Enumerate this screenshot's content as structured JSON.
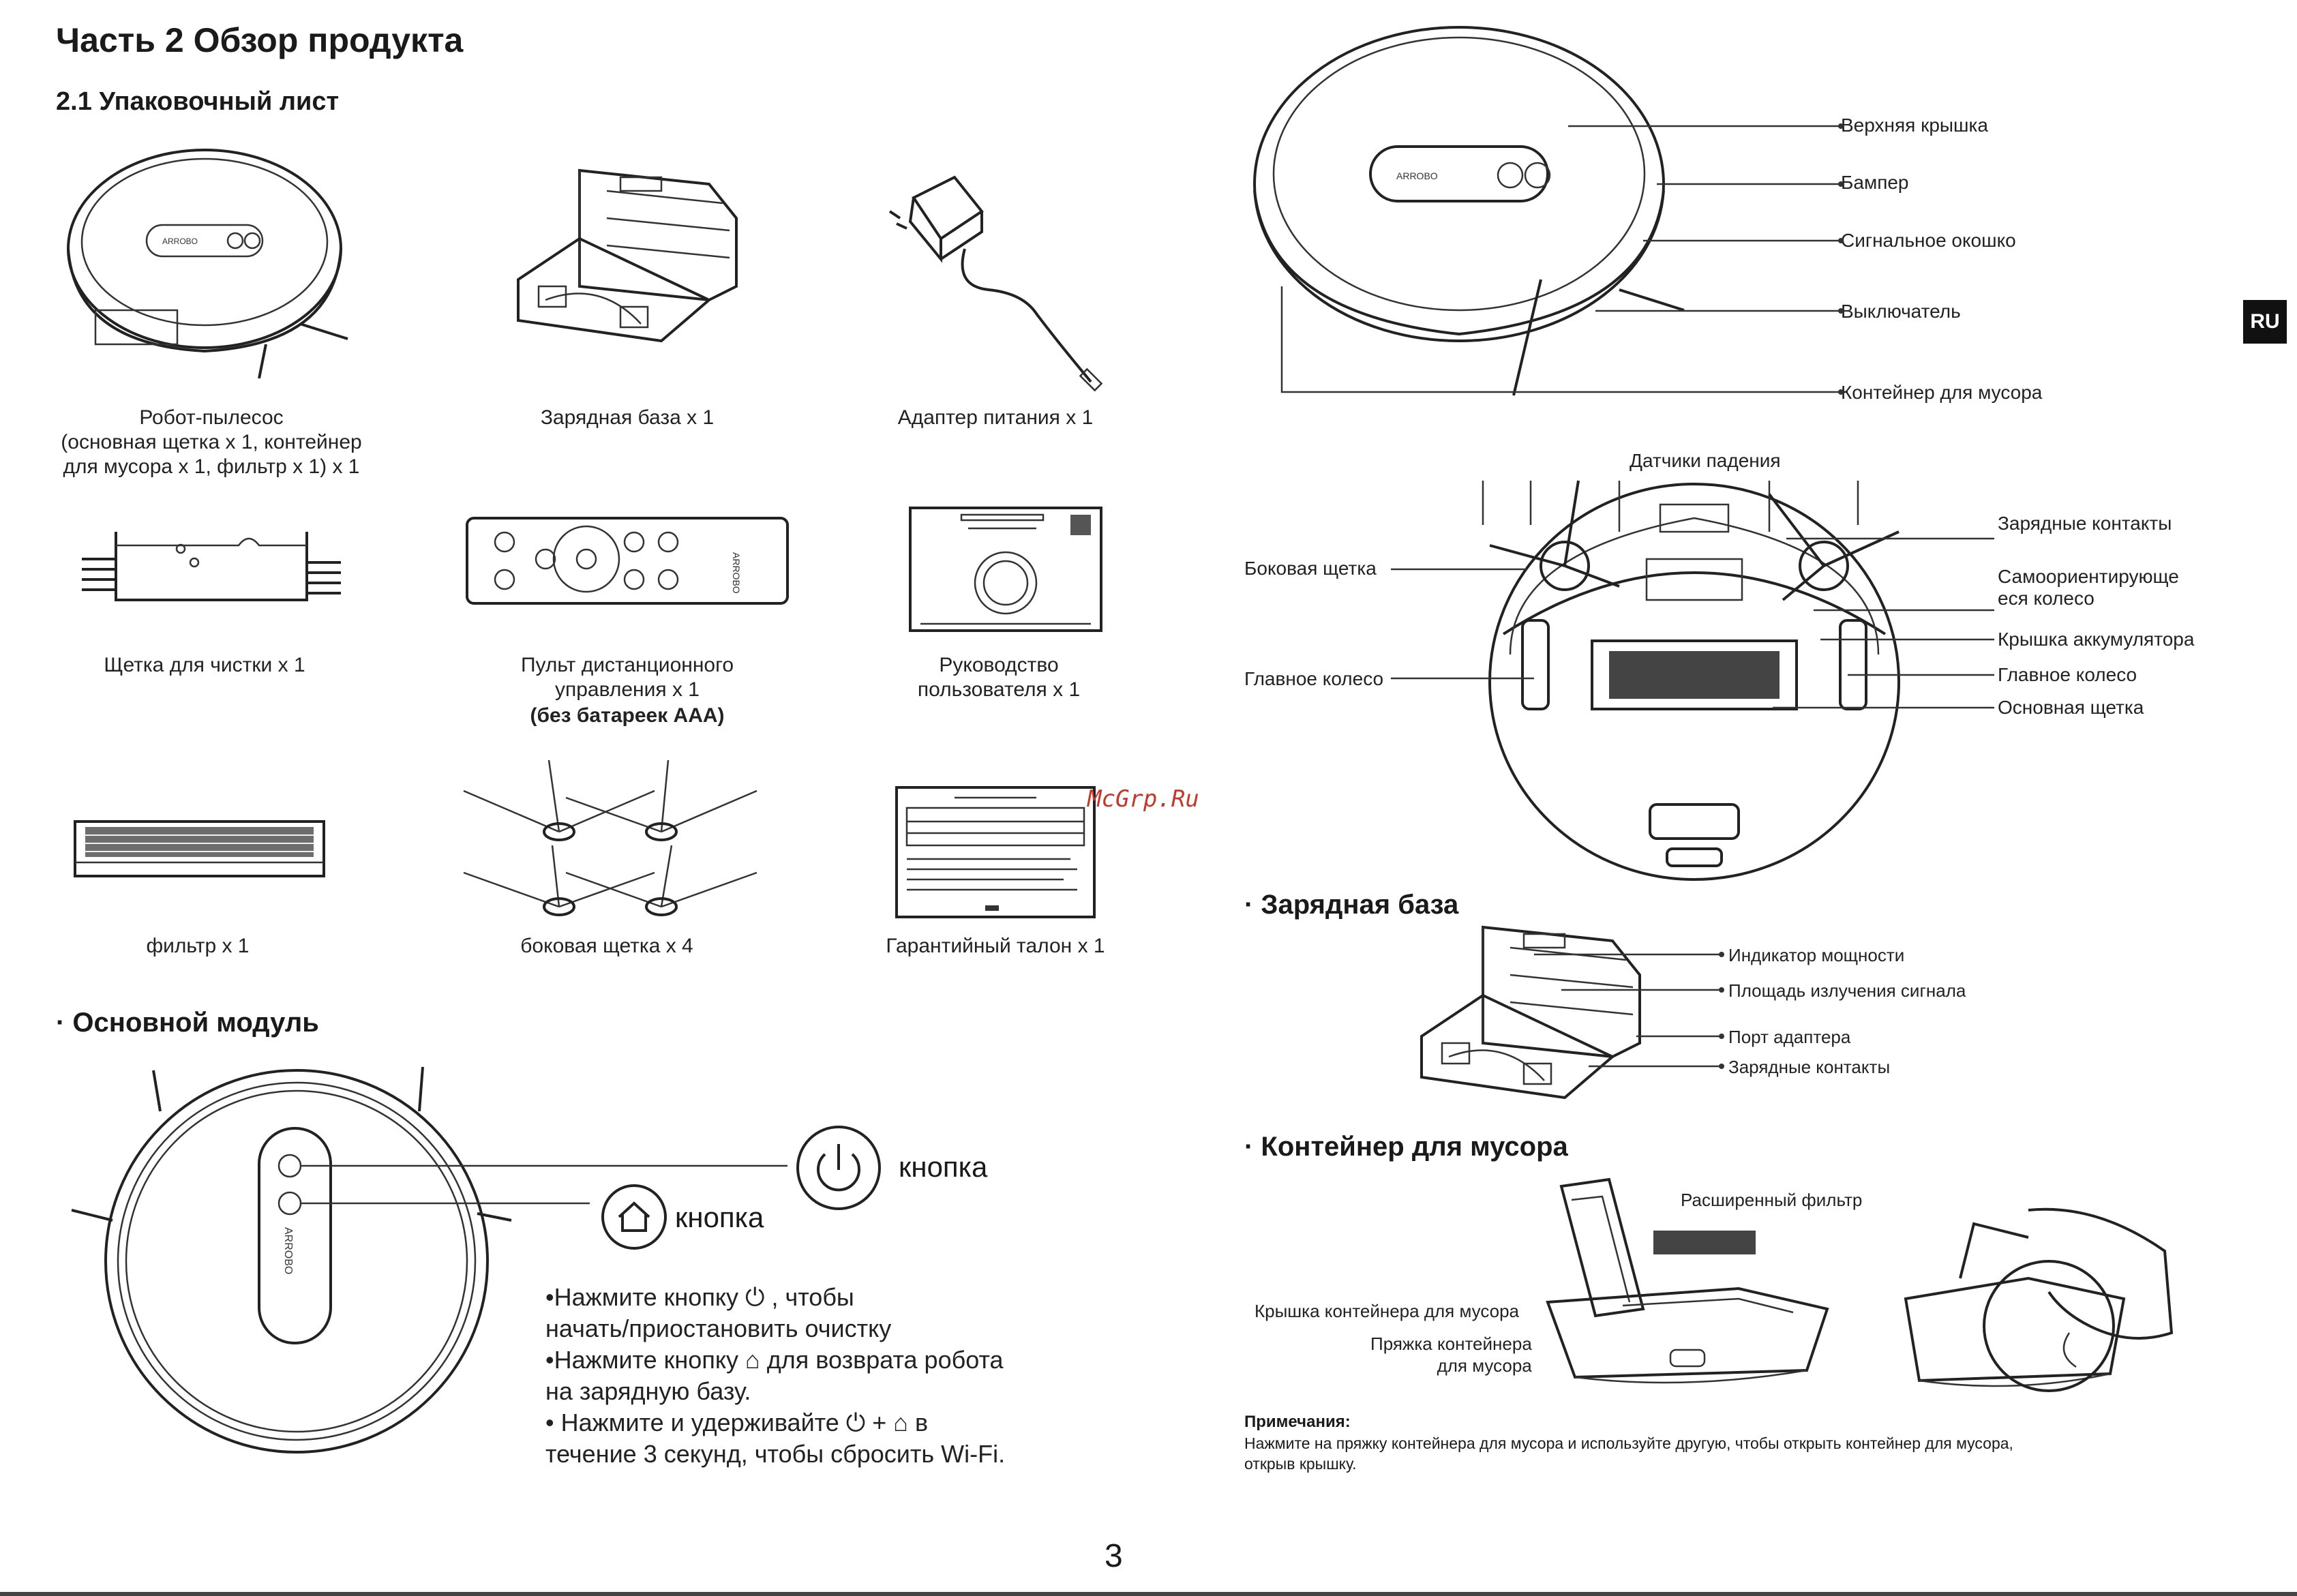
{
  "page": {
    "title": "Часть 2 Обзор продукта",
    "packing_heading": "2.1 Упаковочный лист",
    "lang_badge": "RU",
    "watermark": "McGrp.Ru",
    "page_number": "3"
  },
  "packing_items": [
    {
      "caption": "Робот-пылесос\n(основная щетка x 1, контейнер\nдля мусора x 1, фильтр x 1) x 1"
    },
    {
      "caption": "Зарядная база x 1"
    },
    {
      "caption": "Адаптер питания x 1"
    },
    {
      "caption": "Щетка для чистки x 1"
    },
    {
      "caption": "Пульт дистанционного\nуправления x 1",
      "caption_bold": "(без батареек AAA)"
    },
    {
      "caption": "Руководство\nпользователя x 1"
    },
    {
      "caption": "фильтр x 1"
    },
    {
      "caption": "боковая щетка  x 4"
    },
    {
      "caption": "Гарантийный талон  x 1"
    }
  ],
  "main_module": {
    "heading": "· Основной модуль",
    "power_button_label": "кнопка",
    "home_button_label": "кнопка",
    "instructions": [
      "•Нажмите кнопку ⏻ , чтобы",
      "начать/приостановить очистку",
      "•Нажмите кнопку ⌂ для возврата робота",
      "на зарядную базу.",
      "• Нажмите и удерживайте ⏻ + ⌂ в",
      "течение 3 секунд, чтобы сбросить Wi-Fi."
    ]
  },
  "robot_top_labels": [
    "Верхняя крышка",
    "Бампер",
    "Сигнальное окошко",
    "Выключатель",
    "Контейнер для мусора"
  ],
  "robot_bottom_labels": {
    "top": "Датчики падения",
    "left": [
      "Боковая щетка",
      "Главное колесо"
    ],
    "right": [
      "Зарядные контакты",
      "Самоориентирующе\nеся колесо",
      "Крышка аккумулятора",
      "Главное колесо",
      "Основная щетка"
    ]
  },
  "charging_base": {
    "heading": "· Зарядная база",
    "labels": [
      "Индикатор мощности",
      "Площадь излучения сигнала",
      "Порт адаптера",
      "Зарядные контакты"
    ]
  },
  "dust_bin": {
    "heading": "· Контейнер для мусора",
    "labels": {
      "filter": "Расширенный фильтр",
      "lid": "Крышка контейнера для мусора",
      "buckle": "Пряжка контейнера\nдля мусора"
    },
    "notes_title": "Примечания:",
    "notes_text": "Нажмите на пряжку контейнера для мусора и используйте другую, чтобы открыть контейнер для мусора,\nоткрыв крышку."
  },
  "robot_logo": "ARROBO"
}
